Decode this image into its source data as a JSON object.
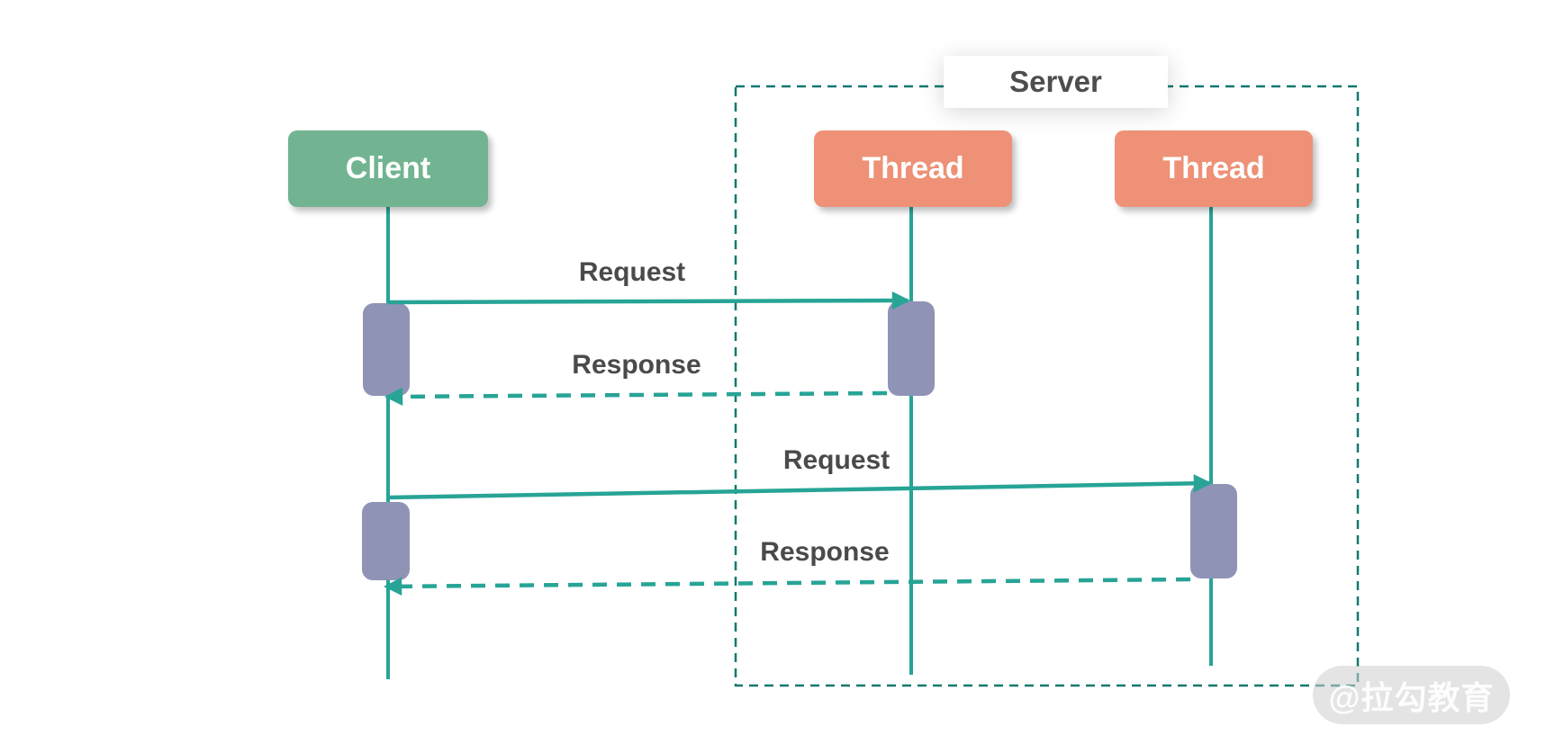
{
  "diagram": {
    "server_group_label": "Server",
    "actors": [
      {
        "id": "client",
        "label": "Client"
      },
      {
        "id": "thread1",
        "label": "Thread"
      },
      {
        "id": "thread2",
        "label": "Thread"
      }
    ],
    "messages": [
      {
        "label": "Request",
        "style": "solid",
        "from": "client",
        "to": "thread1"
      },
      {
        "label": "Response",
        "style": "dashed",
        "from": "thread1",
        "to": "client"
      },
      {
        "label": "Request",
        "style": "solid",
        "from": "client",
        "to": "thread2"
      },
      {
        "label": "Response",
        "style": "dashed",
        "from": "thread2",
        "to": "client"
      }
    ],
    "watermark": "@拉勾教育",
    "colors": {
      "arrow_line": "#27A496",
      "server_frame": "#11796F",
      "activation_bar": "#8F93B5",
      "client_box": "#72B491",
      "thread_box": "#EE9176",
      "label_text": "#4A4A4A",
      "box_text": "#FFFFFF"
    }
  }
}
